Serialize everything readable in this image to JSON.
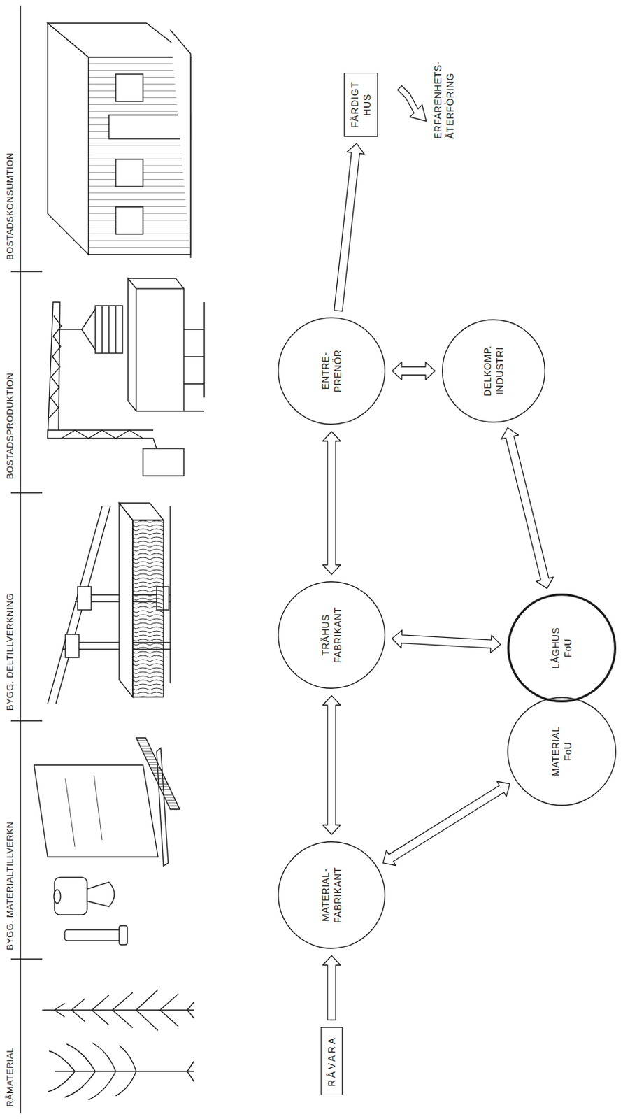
{
  "diagram": {
    "nodes": [
      {
        "text": [
          "RÅVARA"
        ]
      },
      {
        "text": [
          "MATERIAL- FABRIKANT"
        ]
      },
      {
        "text": [
          "TRÄHUS FABRIKANT"
        ]
      },
      {
        "text": [
          "ENTRE- PRENÖR"
        ]
      },
      {
        "text": [
          "FÄRDIGT HUS"
        ]
      },
      {
        "text": [
          "MATERIAL FoU"
        ]
      },
      {
        "text": [
          "LÅGHUS FoU"
        ]
      },
      {
        "text": [
          "DELKOMP. INDUSTRI"
        ]
      }
    ],
    "edges": [
      {
        "from": 0,
        "to": 1,
        "arrow": "to"
      },
      {
        "from": 1,
        "to": 2,
        "arrow": "both"
      },
      {
        "from": 2,
        "to": 3,
        "arrow": "both"
      },
      {
        "from": 3,
        "to": 4,
        "arrow": "to"
      },
      {
        "from": 1,
        "to": 5,
        "arrow": "both"
      },
      {
        "from": 2,
        "to": 6,
        "arrow": "both"
      },
      {
        "from": 6,
        "to": 7,
        "arrow": "both"
      },
      {
        "from": 7,
        "to": 3,
        "arrow": "both"
      }
    ],
    "labels": [
      "RÅMATERIAL",
      "BYGG. MATERIALTILLVERKN",
      "BYGG. DELTILLVERKNING",
      "BOSTADSPRODUKTION",
      "BOSTADSKONSUMTION",
      "ERFARENHETS- ÅTERFÖRING"
    ]
  }
}
